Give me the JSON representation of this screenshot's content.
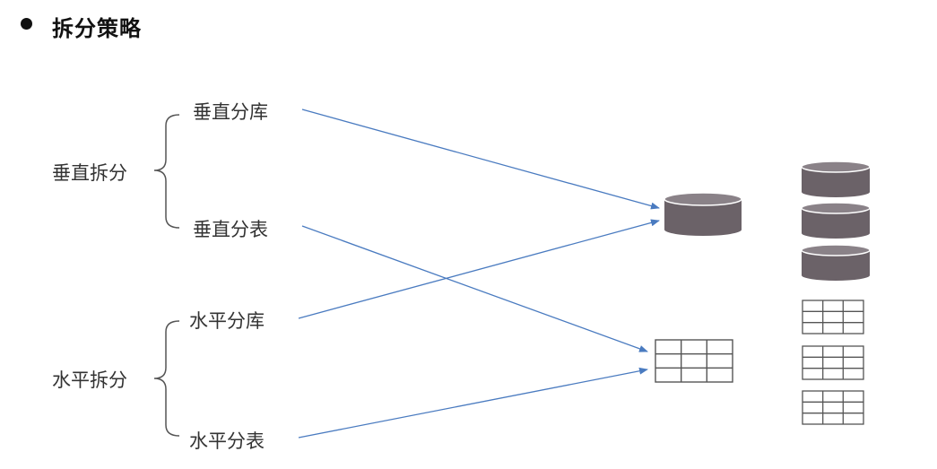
{
  "title": "拆分策略",
  "groups": [
    {
      "label": "垂直拆分",
      "items": [
        "垂直分库",
        "垂直分表"
      ]
    },
    {
      "label": "水平拆分",
      "items": [
        "水平分库",
        "水平分表"
      ]
    }
  ],
  "colors": {
    "arrow": "#4a7bc0",
    "database": "#6b6268",
    "database_top": "#8a8288",
    "table_grid": "#555555",
    "brace": "#555555"
  }
}
